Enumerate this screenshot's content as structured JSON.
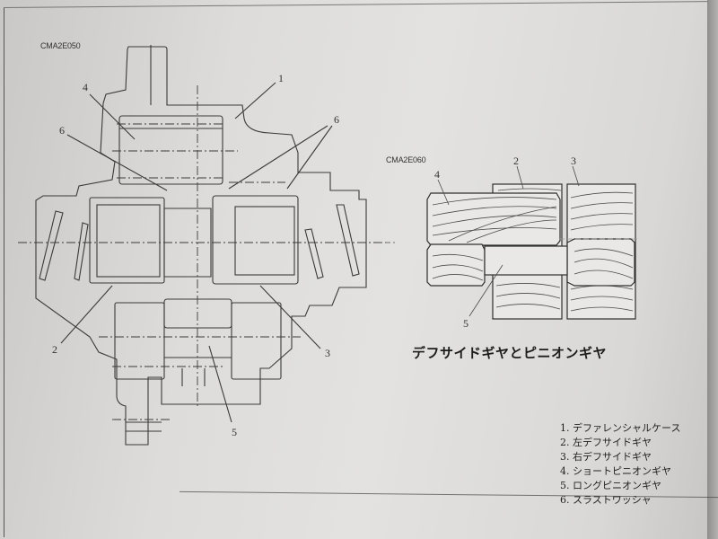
{
  "figure_left": {
    "code": "CMA2E050",
    "callouts": [
      "1",
      "4",
      "6",
      "6",
      "2",
      "3",
      "5"
    ]
  },
  "figure_right": {
    "code": "CMA2E060",
    "callouts": [
      "4",
      "2",
      "3",
      "5"
    ],
    "caption": "デフサイドギヤとピニオンギヤ"
  },
  "legend": {
    "items": [
      "1. デファレンシャルケース",
      "2. 左デフサイドギヤ",
      "3. 右デフサイドギヤ",
      "4. ショートピニオンギヤ",
      "5. ロングピニオンギヤ",
      "6. スラストワッシャ"
    ]
  },
  "colors": {
    "paper": "#e0dfdd",
    "ink": "#2a2a2a"
  }
}
